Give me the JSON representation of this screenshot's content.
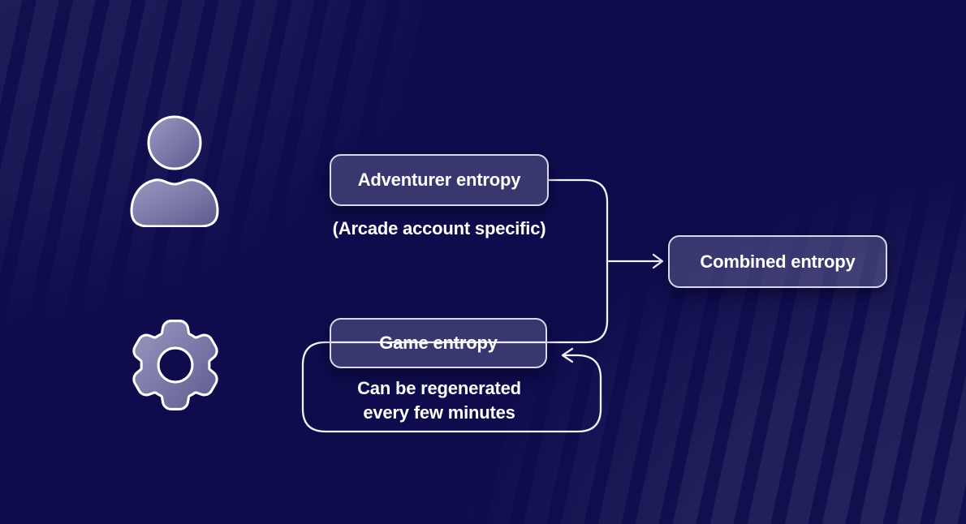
{
  "diagram": {
    "title": "entropy-combination-diagram",
    "nodes": {
      "adventurer": {
        "label": "Adventurer entropy",
        "caption": "(Arcade account specific)",
        "icon": "person-icon"
      },
      "game": {
        "label": "Game entropy",
        "caption_line1": "Can be regenerated",
        "caption_line2": "every few minutes",
        "icon": "gear-icon"
      },
      "combined": {
        "label": "Combined entropy"
      }
    },
    "connections": [
      {
        "from": "adventurer",
        "to": "combined",
        "style": "merge-bracket-arrow"
      },
      {
        "from": "game",
        "to": "combined",
        "style": "merge-bracket-arrow"
      },
      {
        "from": "game",
        "to": "game",
        "style": "loop-back-arrow"
      }
    ],
    "colors": {
      "background": "#0e0c4c",
      "node_fill": "#3b3a72",
      "node_border": "#d9d9ec",
      "connector": "#f2f2fa",
      "text": "#ffffff",
      "icon_gradient_start": "#9a99c2",
      "icon_gradient_end": "#5c5b8e"
    }
  }
}
